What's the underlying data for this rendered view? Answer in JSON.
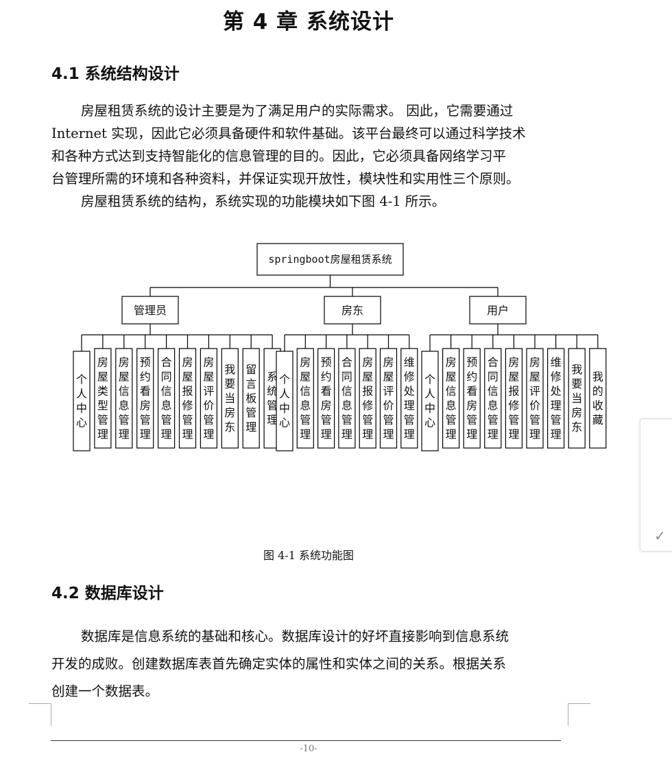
{
  "chapter_title": "第 4 章  系统设计",
  "section1": {
    "heading": "4.1 系统结构设计",
    "paragraph1_lines": [
      "房屋租赁系统的设计主要是为了满足用户的实际需求。 因此，它需要通过",
      "Internet 实现，因此它必须具备硬件和软件基础。该平台最终可以通过科学技术",
      "和各种方式达到支持智能化的信息管理的目的。因此，它必须具备网络学习平",
      "台管理所需的环境和各种资料，并保证实现开放性，模块性和实用性三个原则。"
    ],
    "paragraph2": "房屋租赁系统的结构，系统实现的功能模块如下图 4-1 所示。"
  },
  "diagram": {
    "root": "springboot房屋租赁系统",
    "roles": [
      {
        "name": "管理员",
        "modules": [
          "个人中心",
          "房屋类型管理",
          "房屋信息管理",
          "预约看房管理",
          "合同信息管理",
          "房屋报修管理",
          "房屋评价管理",
          "我要当房东",
          "留言板管理",
          "系统管理"
        ]
      },
      {
        "name": "房东",
        "modules": [
          "个人中心",
          "房屋信息管理",
          "预约看房管理",
          "合同信息管理",
          "房屋报修管理",
          "房屋评价管理",
          "维修处理管理"
        ]
      },
      {
        "name": "用户",
        "modules": [
          "个人中心",
          "房屋信息管理",
          "预约看房管理",
          "合同信息管理",
          "房屋报修管理",
          "房屋评价管理",
          "维修处理管理",
          "我要当房东",
          "我的收藏"
        ]
      }
    ],
    "caption": "图 4-1  系统功能图"
  },
  "section2": {
    "heading": "4.2 数据库设计",
    "paragraph_lines": [
      "数据库是信息系统的基础和核心。数据库设计的好坏直接影响到信息系统",
      "开发的成败。创建数据库表首先确定实体的属性和实体之间的关系。根据关系",
      "创建一个数据表。"
    ]
  },
  "page_number": "-10-",
  "side_panel": {
    "icon": "check-icon"
  }
}
